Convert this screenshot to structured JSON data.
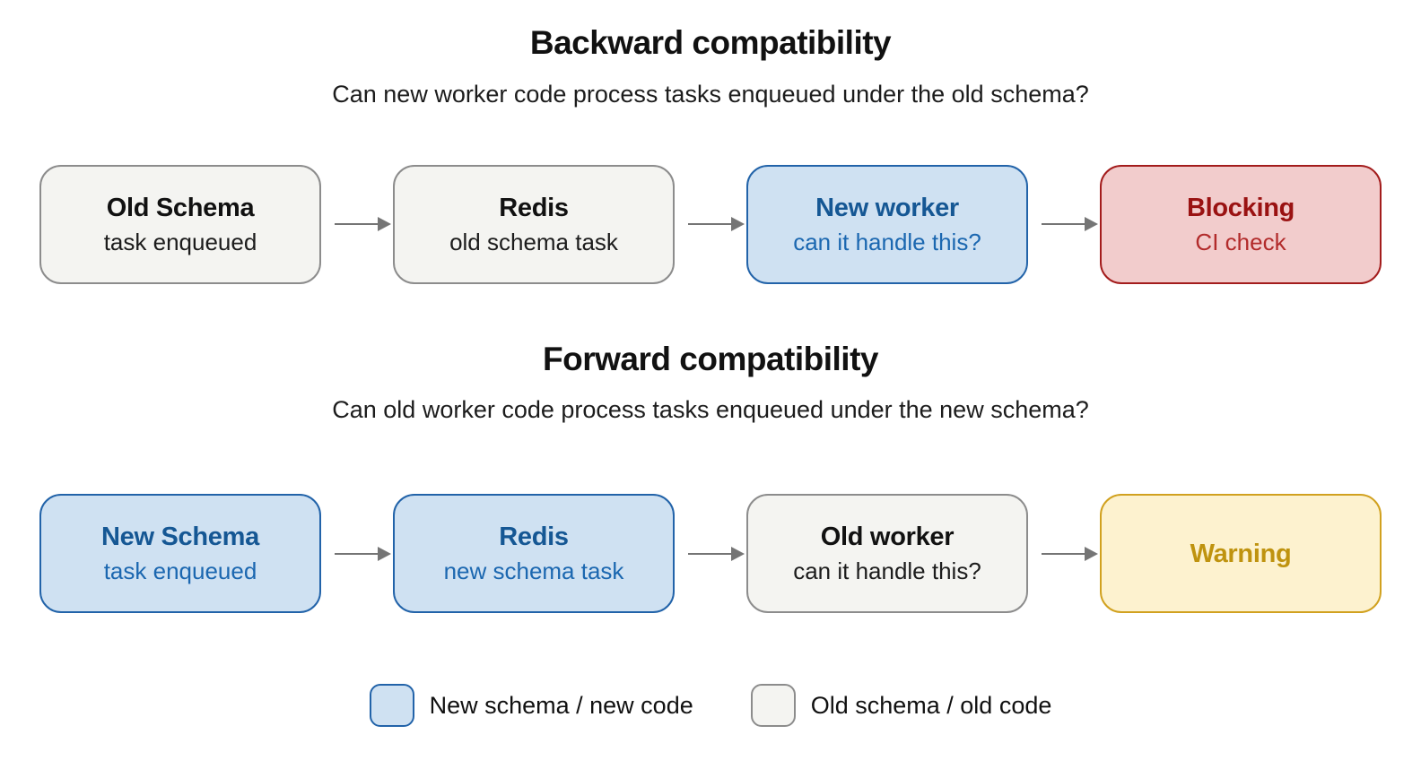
{
  "colors": {
    "text_dark": "#111111",
    "arrow": "#757575",
    "node_old_fill": "#f4f4f1",
    "node_old_border": "#8c8c8c",
    "node_new_fill": "#cfe1f2",
    "node_new_border": "#2263a9",
    "node_new_title": "#155794",
    "node_new_sub": "#1b67b0",
    "node_blocking_fill": "#f2cccc",
    "node_blocking_border": "#a31c1c",
    "node_blocking_title": "#9a1212",
    "node_blocking_sub": "#b22b2b",
    "node_warning_fill": "#fdf2cf",
    "node_warning_border": "#d1a11f",
    "node_warning_title": "#bf930f"
  },
  "sections": [
    {
      "title": "Backward compatibility",
      "subtitle": "Can new worker code process tasks enqueued under the old schema?",
      "nodes": [
        {
          "title": "Old Schema",
          "subtitle": "task enqueued"
        },
        {
          "title": "Redis",
          "subtitle": "old schema task"
        },
        {
          "title": "New worker",
          "subtitle": "can it handle this?"
        },
        {
          "title": "Blocking",
          "subtitle": "CI check"
        }
      ]
    },
    {
      "title": "Forward compatibility",
      "subtitle": "Can old worker code process tasks enqueued under the new schema?",
      "nodes": [
        {
          "title": "New Schema",
          "subtitle": "task enqueued"
        },
        {
          "title": "Redis",
          "subtitle": "new schema task"
        },
        {
          "title": "Old worker",
          "subtitle": "can it handle this?"
        },
        {
          "title": "Warning"
        }
      ]
    }
  ],
  "legend": [
    {
      "label": "New schema / new code"
    },
    {
      "label": "Old schema / old code"
    }
  ]
}
